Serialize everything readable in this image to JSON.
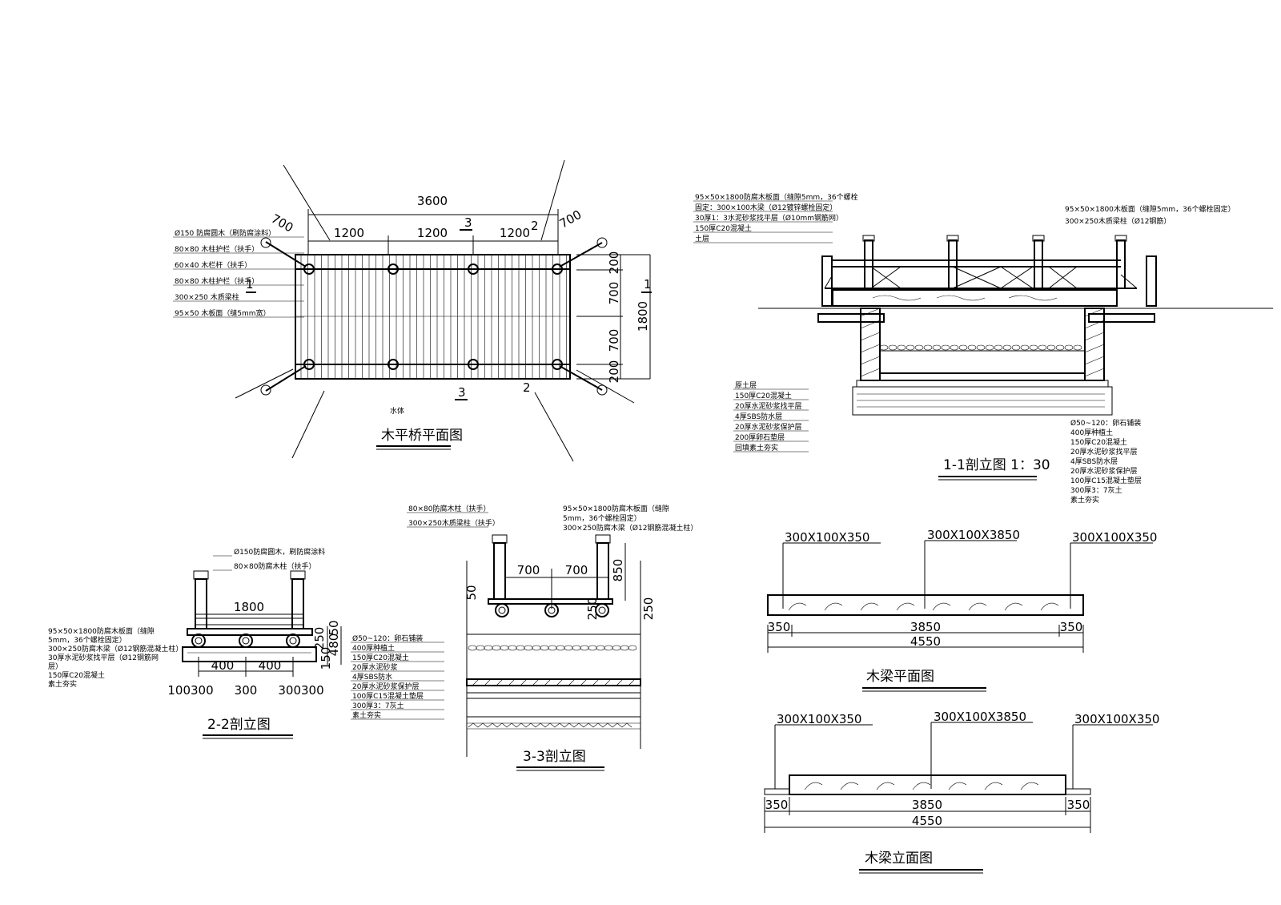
{
  "plan": {
    "title": "木平桥平面图",
    "dim_total": "3600",
    "dim_a": "1200",
    "dim_b": "1200",
    "dim_c": "1200",
    "dim_wing_l": "700",
    "dim_wing_r": "700",
    "dim_v1": "200",
    "dim_v2": "700",
    "dim_v3": "700",
    "dim_v4": "200",
    "dim_width": "1800",
    "mark_3_top": "3",
    "mark_3_bot": "3",
    "mark_2_top": "2",
    "mark_2_bot": "2",
    "mark_1_l": "1",
    "mark_1_r": "1",
    "water_label": "水体",
    "labels": [
      "Ø150 防腐圆木（刷防腐涂料）",
      "80×80 木柱护栏（扶手）",
      "60×40 木栏杆（扶手）",
      "80×80 木柱护栏（扶手）",
      "300×250 木质梁柱",
      "95×50 木板面（缝5mm宽）"
    ]
  },
  "sec11": {
    "title": "1-1剖立图 1：30",
    "top_left_labels": [
      "95×50×1800防腐木板面（缝隙5mm，36个螺栓",
      "固定：300×100木梁（Ø12镀锌螺栓固定）",
      "30厚1：3水泥砂浆找平层（Ø10mm钢筋网）",
      "150厚C20混凝土",
      "土层"
    ],
    "top_right_labels": [
      "95×50×1800木板面（缝隙5mm，36个螺栓固定）",
      "300×250木质梁柱（Ø12钢筋）"
    ],
    "bottom_left_labels": [
      "原土层",
      "150厚C20混凝土",
      "20厚水泥砂浆找平层",
      "4厚SBS防水层",
      "20厚水泥砂浆保护层",
      "200厚卵石垫层",
      "回填素土夯实"
    ],
    "bottom_right_labels": [
      "Ø50~120：卵石铺装",
      "400厚种植土",
      "150厚C20混凝土",
      "20厚水泥砂浆找平层",
      "4厚SBS防水层",
      "20厚水泥砂浆保护层",
      "100厚C15混凝土垫层",
      "300厚3：7灰土",
      "素土夯实"
    ]
  },
  "sec22": {
    "title": "2-2剖立图",
    "dim_width": "1800",
    "dim_400a": "400",
    "dim_400b": "400",
    "dim_a": "100300",
    "dim_b": "300",
    "dim_c": "300300",
    "dim_r1": "250",
    "dim_r2": "150",
    "dim_r3": "50",
    "dim_r4": "480",
    "labels_top": [
      "Ø150防腐圆木，刷防腐涂料",
      "80×80防腐木柱（扶手）"
    ],
    "labels_left": [
      "95×50×1800防腐木板面（缝隙",
      "5mm，36个螺栓固定）",
      "300×250防腐木梁（Ø12钢筋混凝土柱）",
      "30厚水泥砂浆找平层（Ø12钢筋网",
      "层）",
      "150厚C20混凝土",
      "素土夯实"
    ]
  },
  "sec33": {
    "title": "3-3剖立图",
    "dim_700a": "700",
    "dim_700b": "700",
    "dim_850": "850",
    "dim_50": "50",
    "dim_250a": "250",
    "dim_250b": "250",
    "labels_top_left": [
      "80×80防腐木柱（扶手）",
      "300×250木质梁柱（扶手）"
    ],
    "labels_top_right": [
      "95×50×1800防腐木板面（缝隙",
      "5mm，36个螺栓固定）",
      "300×250防腐木梁（Ø12钢筋混凝土柱）"
    ],
    "labels_left": [
      "Ø50~120：卵石铺装",
      "400厚种植土",
      "150厚C20混凝土",
      "20厚水泥砂浆",
      "4厚SBS防水",
      "20厚水泥砂浆保护层",
      "100厚C15混凝土垫层",
      "300厚3：7灰土",
      "素土夯实"
    ]
  },
  "beam_plan": {
    "title": "木梁平面图",
    "label_l": "300X100X350",
    "label_m": "300X100X3850",
    "label_r": "300X100X350",
    "dim_l": "350",
    "dim_m": "3850",
    "dim_r": "350",
    "dim_total": "4550"
  },
  "beam_elev": {
    "title": "木梁立面图",
    "label_l": "300X100X350",
    "label_m": "300X100X3850",
    "label_r": "300X100X350",
    "dim_l": "350",
    "dim_m": "3850",
    "dim_r": "350",
    "dim_total": "4550"
  }
}
